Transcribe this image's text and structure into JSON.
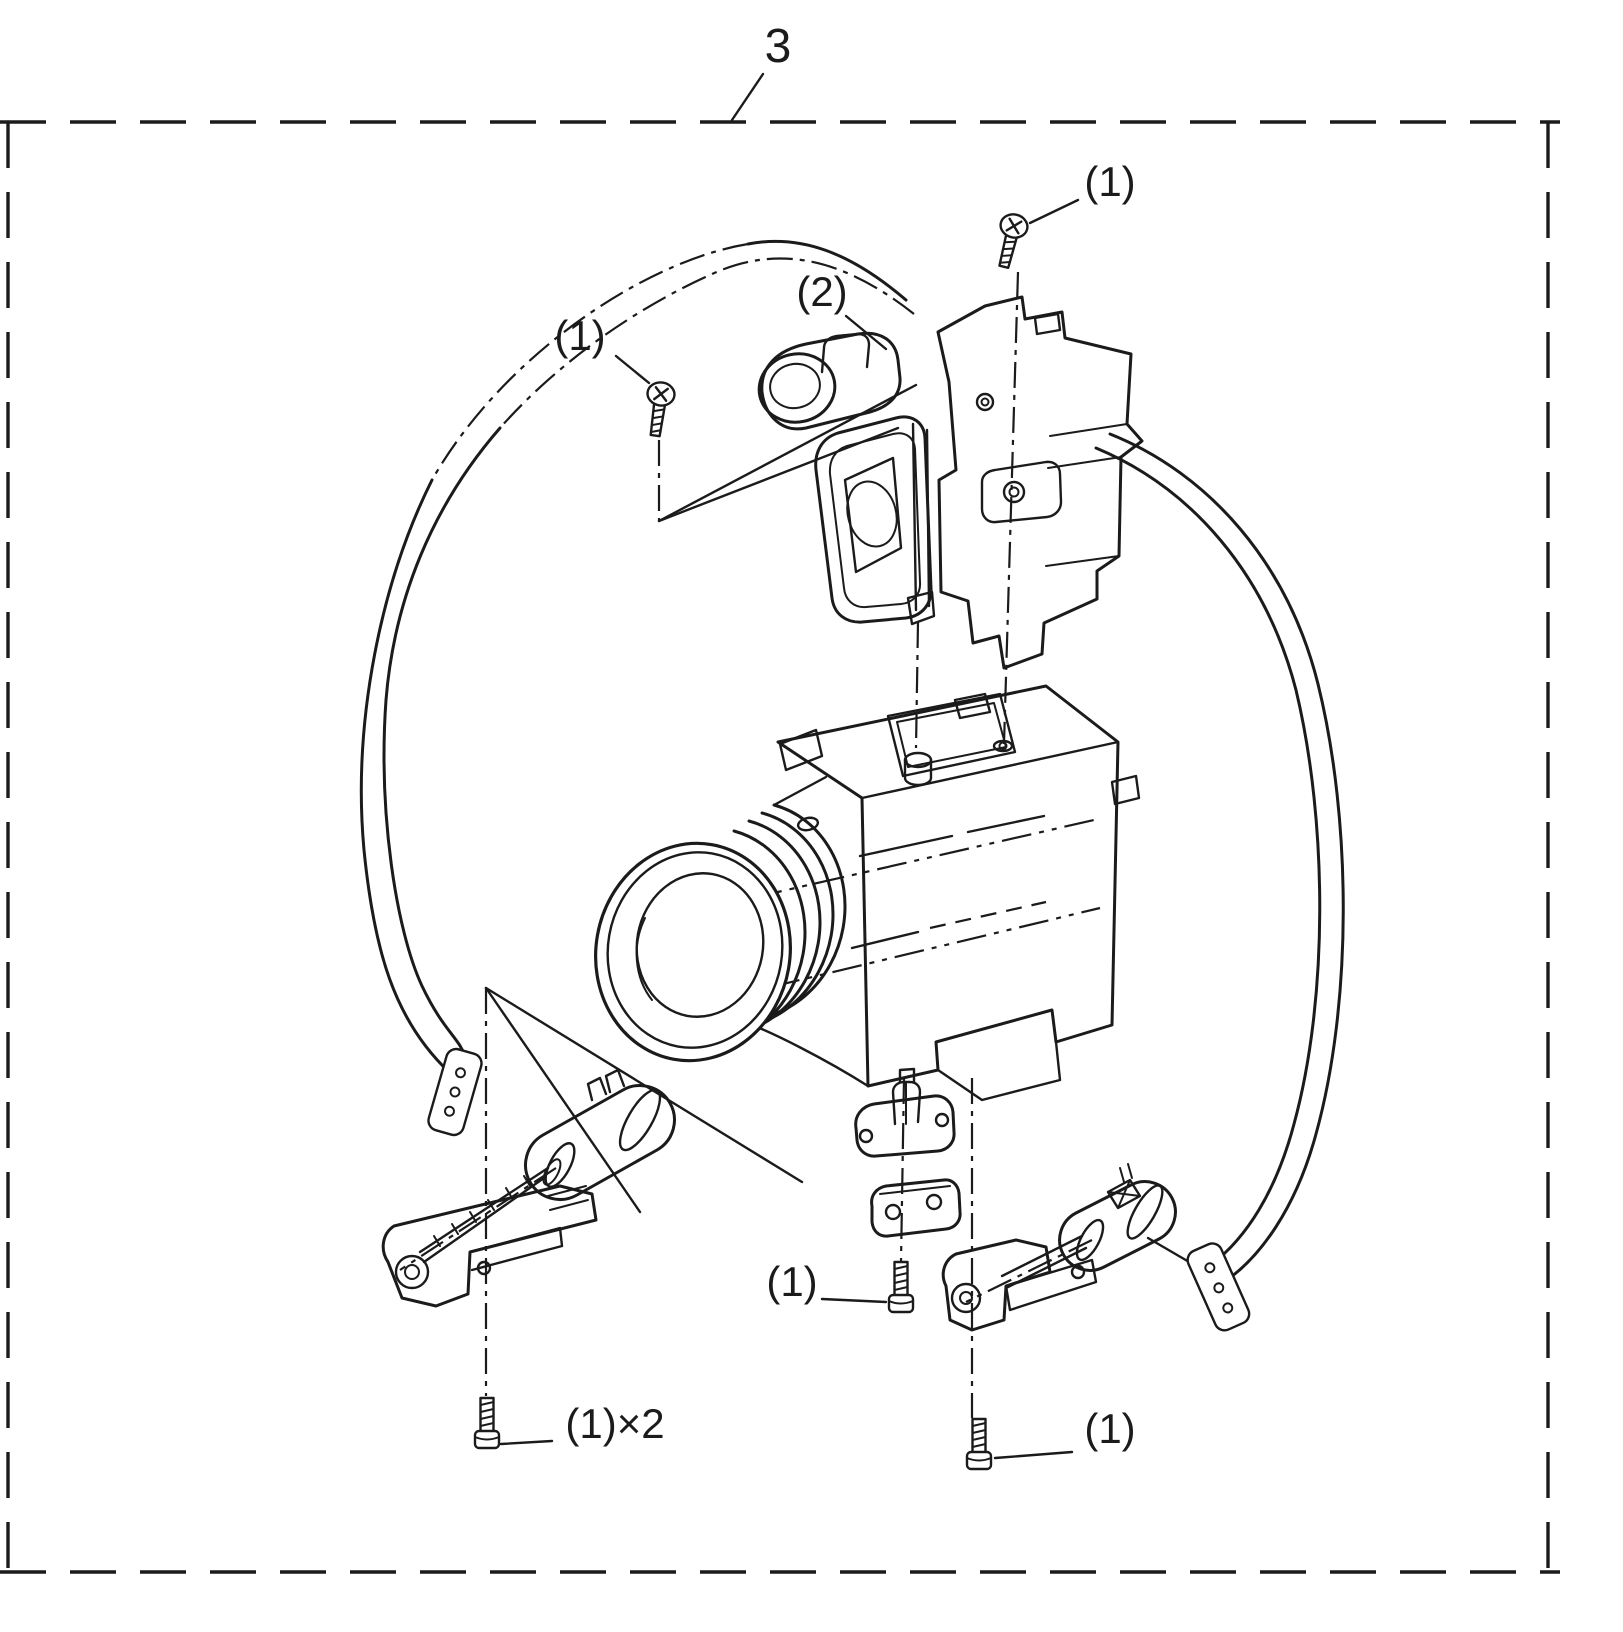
{
  "figure": {
    "number": "3",
    "callouts": {
      "screw_top_right": "(1)",
      "screw_upper_left": "(1)",
      "flash_unit": "(2)",
      "screw_bottom_middle": "(1)",
      "screw_bottom_left_x2": "(1)×2",
      "screw_bottom_right": "(1)"
    },
    "colors": {
      "line": "#1b1b1b",
      "background": "#ffffff"
    }
  }
}
